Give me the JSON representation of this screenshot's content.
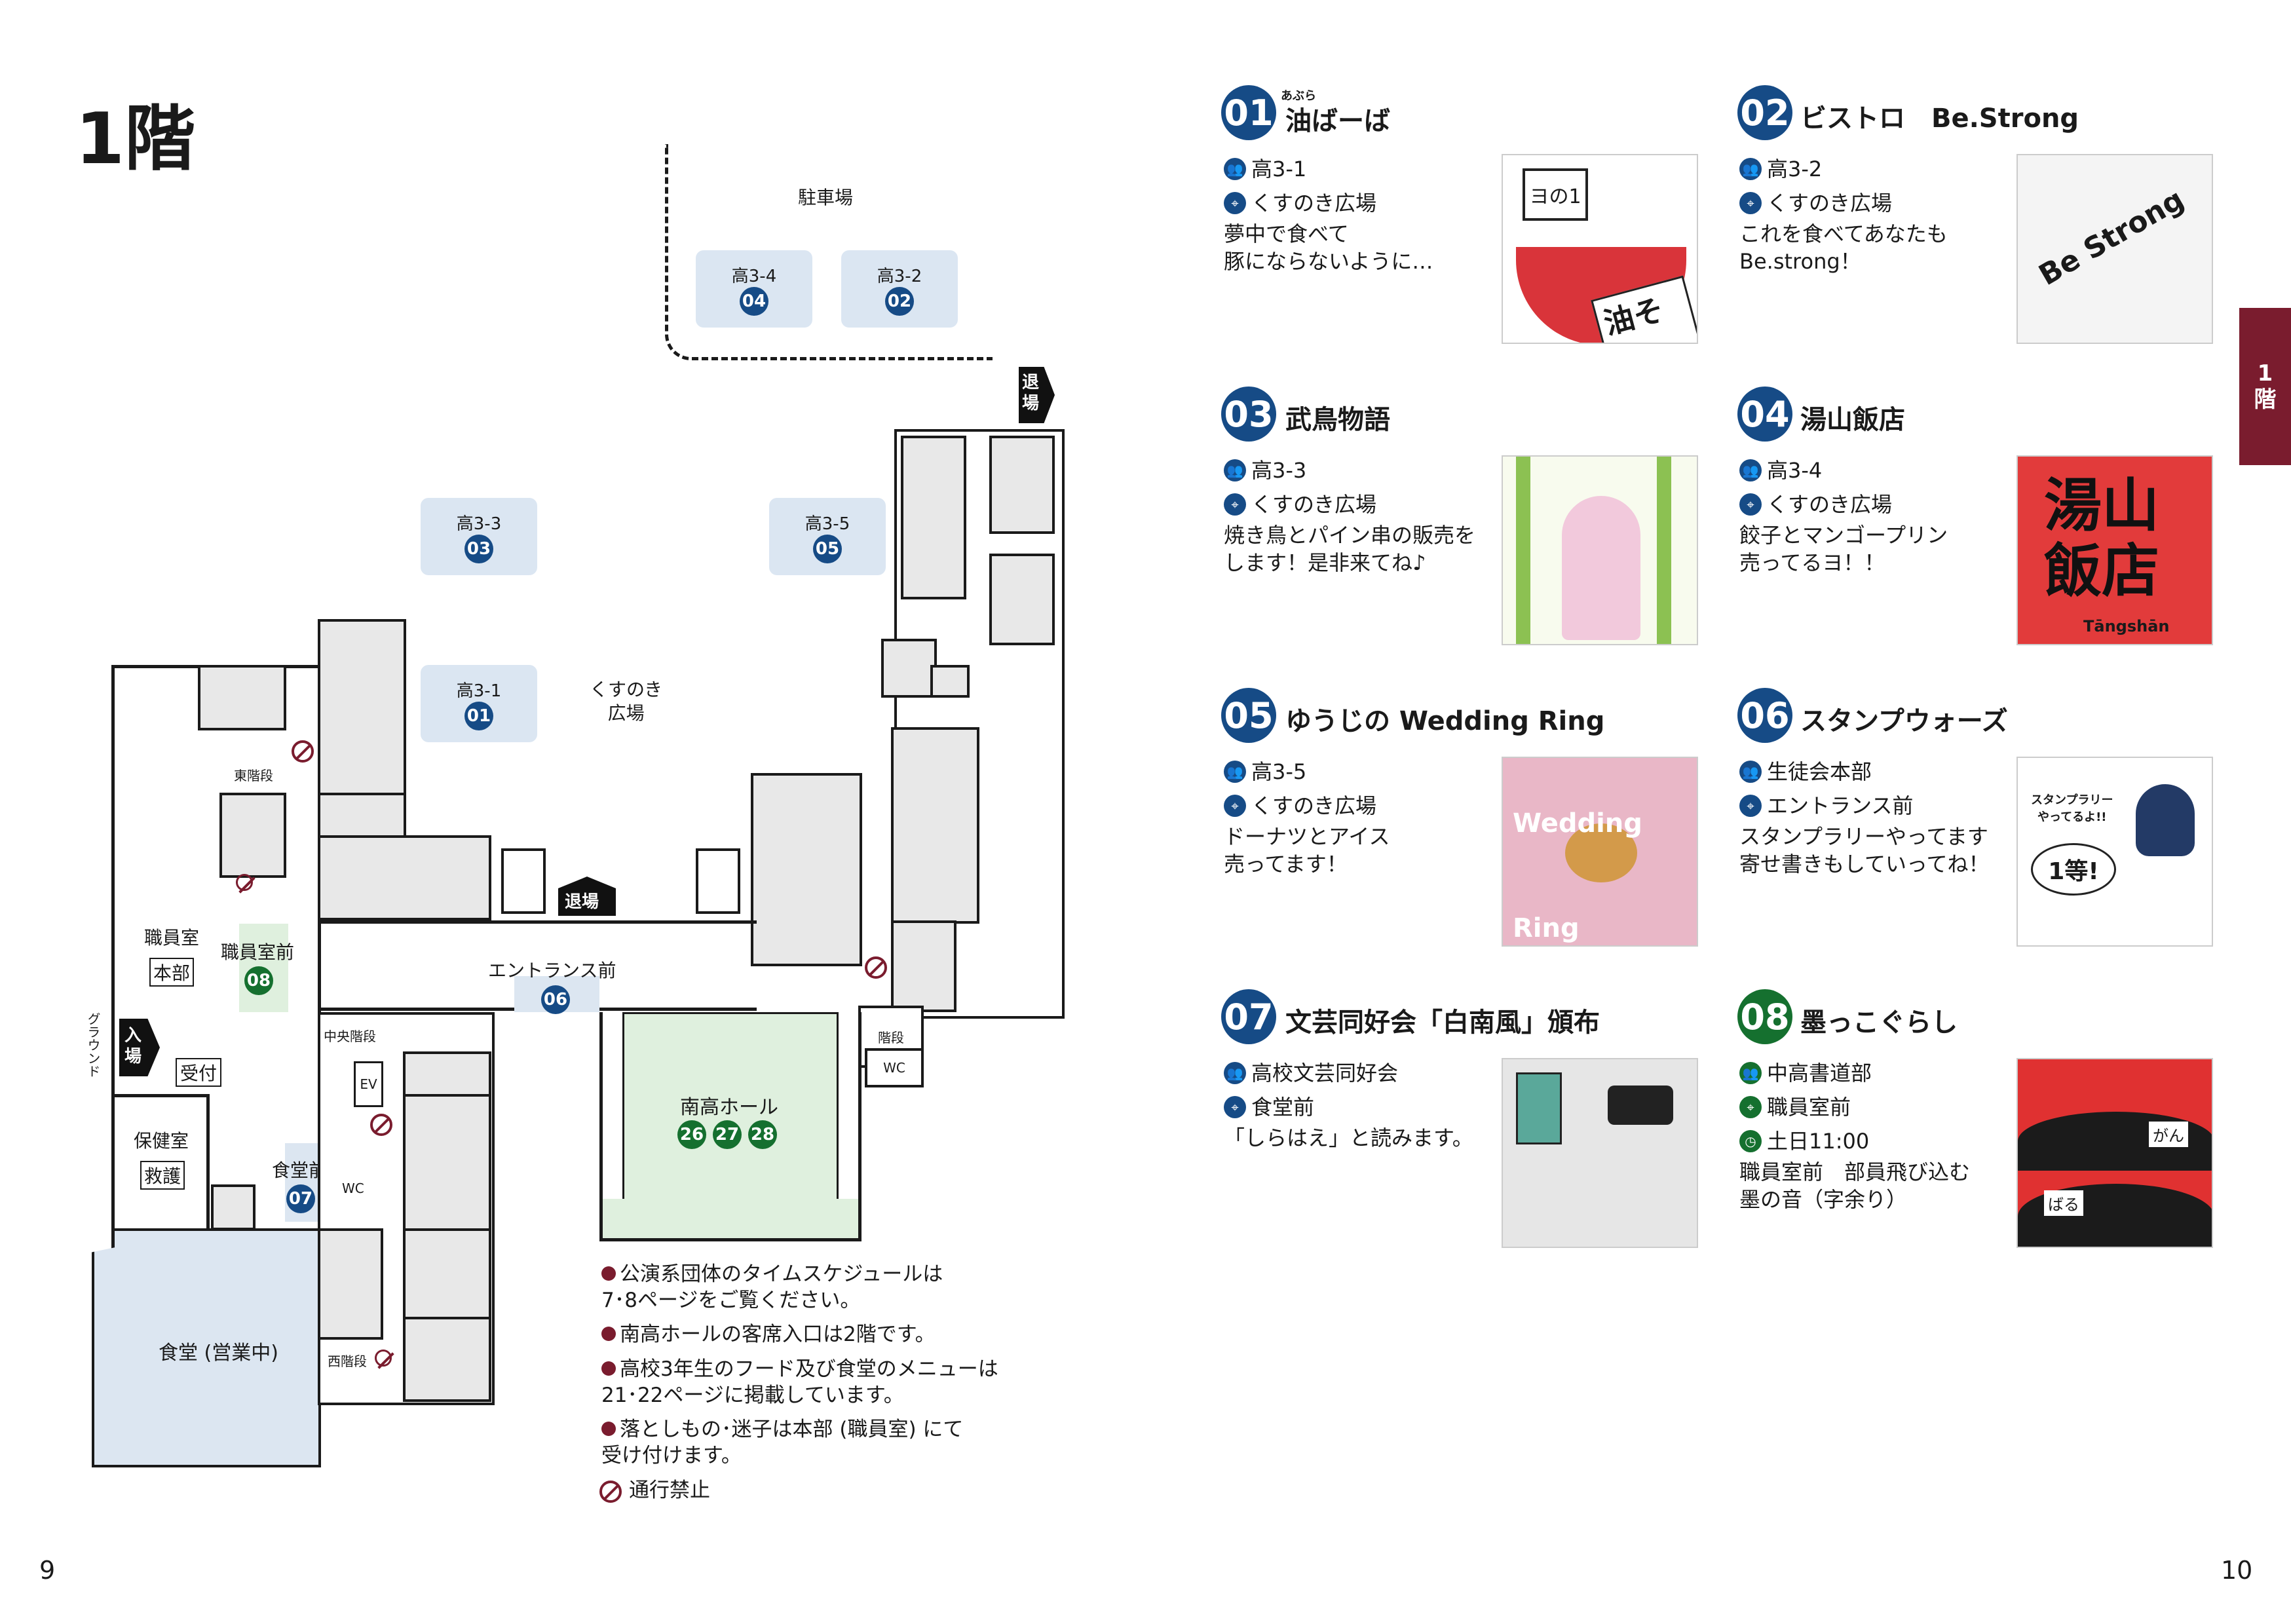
{
  "page_title": "1階",
  "page_left": "9",
  "page_right": "10",
  "side_tab": "1\n階",
  "map": {
    "parking": "駐車場",
    "kusunoki": "くすのき\n広場",
    "exit_top": "退\n場",
    "exit_mid": "退場",
    "entrance_side": "入\n場",
    "ground": "グラウンド",
    "entrance_front": "エントランス前",
    "hall": "南高ホール",
    "staff_room": "職員室",
    "honbu": "本部",
    "staff_front": "職員室前",
    "reception": "受付",
    "health_room": "保健室",
    "kyugo": "救護",
    "shokudo_front": "食堂前",
    "shokudo": "食堂 (営業中)",
    "east_stairs": "東階段",
    "central_stairs": "中央階段",
    "west_stairs": "西階段",
    "stairs": "階段",
    "ev": "EV",
    "wc": "WC",
    "booths": [
      {
        "label": "高3-4",
        "num": "04"
      },
      {
        "label": "高3-2",
        "num": "02"
      },
      {
        "label": "高3-3",
        "num": "03"
      },
      {
        "label": "高3-5",
        "num": "05"
      },
      {
        "label": "高3-1",
        "num": "01"
      }
    ],
    "entrance_num": "06",
    "staff_num": "08",
    "shokudo_num": "07",
    "hall_nums": [
      "26",
      "27",
      "28"
    ],
    "notes": [
      "公演系団体のタイムスケジュールは\n7･8ページをご覧ください。",
      "南高ホールの客席入口は2階です。",
      "高校3年生のフード及び食堂のメニューは\n21･22ページに掲載しています。",
      "落としもの･迷子は本部 (職員室) にて\n受け付けます。"
    ],
    "no_entry": "通行禁止"
  },
  "entries": [
    {
      "num": "01",
      "ruby": "あぶら",
      "title": "油ばーば",
      "group": "高3-1",
      "place": "くすのき広場",
      "desc": "夢中で食べて\n豚にならないように…"
    },
    {
      "num": "02",
      "title": "ビストロ　Be.Strong",
      "group": "高3-2",
      "place": "くすのき広場",
      "desc": "これを食べてあなたも\nBe.strong！"
    },
    {
      "num": "03",
      "title": "武鳥物語",
      "group": "高3-3",
      "place": "くすのき広場",
      "desc": "焼き鳥とパイン串の販売を\nします！是非来てね♪"
    },
    {
      "num": "04",
      "title": "湯山飯店",
      "group": "高3-4",
      "place": "くすのき広場",
      "desc": "餃子とマンゴープリン\n売ってるヨ！！"
    },
    {
      "num": "05",
      "title": "ゆうじの Wedding Ring",
      "group": "高3-5",
      "place": "くすのき広場",
      "desc": "ドーナツとアイス\n売ってます！"
    },
    {
      "num": "06",
      "title": "スタンプウォーズ",
      "group": "生徒会本部",
      "place": "エントランス前",
      "desc": "スタンプラリーやってます\n寄せ書きもしていってね！"
    },
    {
      "num": "07",
      "title": "文芸同好会「白南風」頒布",
      "group": "高校文芸同好会",
      "place": "食堂前",
      "desc": "「しらはえ」と読みます。"
    },
    {
      "num": "08",
      "title": "墨っこぐらし",
      "group": "中高書道部",
      "place": "職員室前",
      "time": "土日11:00",
      "desc": "職員室前　部員飛び込む\n墨の音（字余り）"
    }
  ],
  "art": {
    "a01_text": "油そば",
    "a01_box": "ヨの1",
    "a02_text": "Be Strong",
    "a04_text": "湯山\n飯店",
    "a04_sub": "Tāngshān",
    "a05_text": "Wedding\nRing",
    "a06_text": "スタンプラリー\nやってるよ!!",
    "a06_bubble": "1等!",
    "a08_tag1": "がん",
    "a08_tag2": "ばる"
  },
  "colors": {
    "navy": "#164b86",
    "green": "#15702f",
    "maroon": "#7a1c2e",
    "booth": "#dbe6f2",
    "hall": "#dff0de",
    "cafeteria": "#dce6f1"
  }
}
